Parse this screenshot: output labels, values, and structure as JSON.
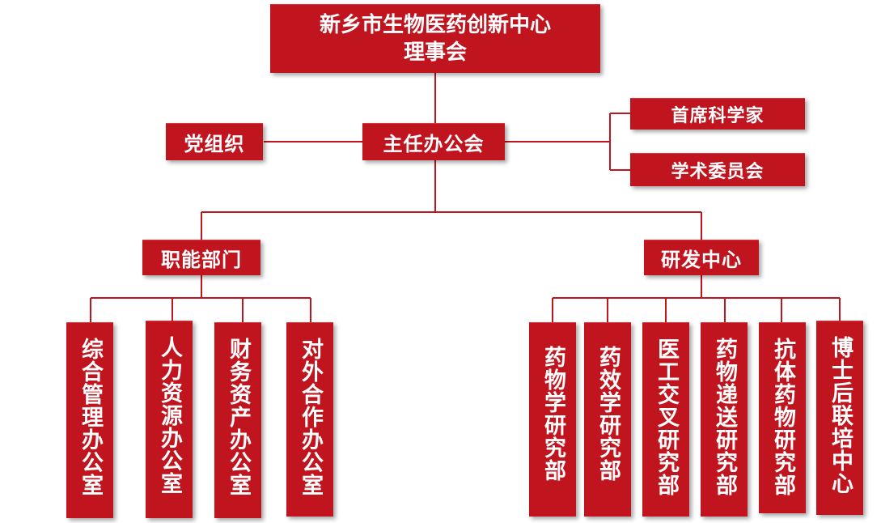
{
  "board": {
    "line1": "新乡市生物医药创新中心",
    "line2": "理事会"
  },
  "director_office": "主任办公会",
  "party": "党组织",
  "advisors": [
    "首席科学家",
    "学术委员会"
  ],
  "functional": {
    "label": "职能部门",
    "offices": [
      "综合管理办公室",
      "人力资源办公室",
      "财务资产办公室",
      "对外合作办公室"
    ]
  },
  "rd": {
    "label": "研发中心",
    "departments": [
      "药物学研究部",
      "药效学研究部",
      "医工交叉研究部",
      "药物递送研究部",
      "抗体药物研究部",
      "博士后联培中心"
    ]
  },
  "colors": {
    "box": "#c0141f",
    "line": "#c0141f",
    "text": "#ffffff"
  }
}
